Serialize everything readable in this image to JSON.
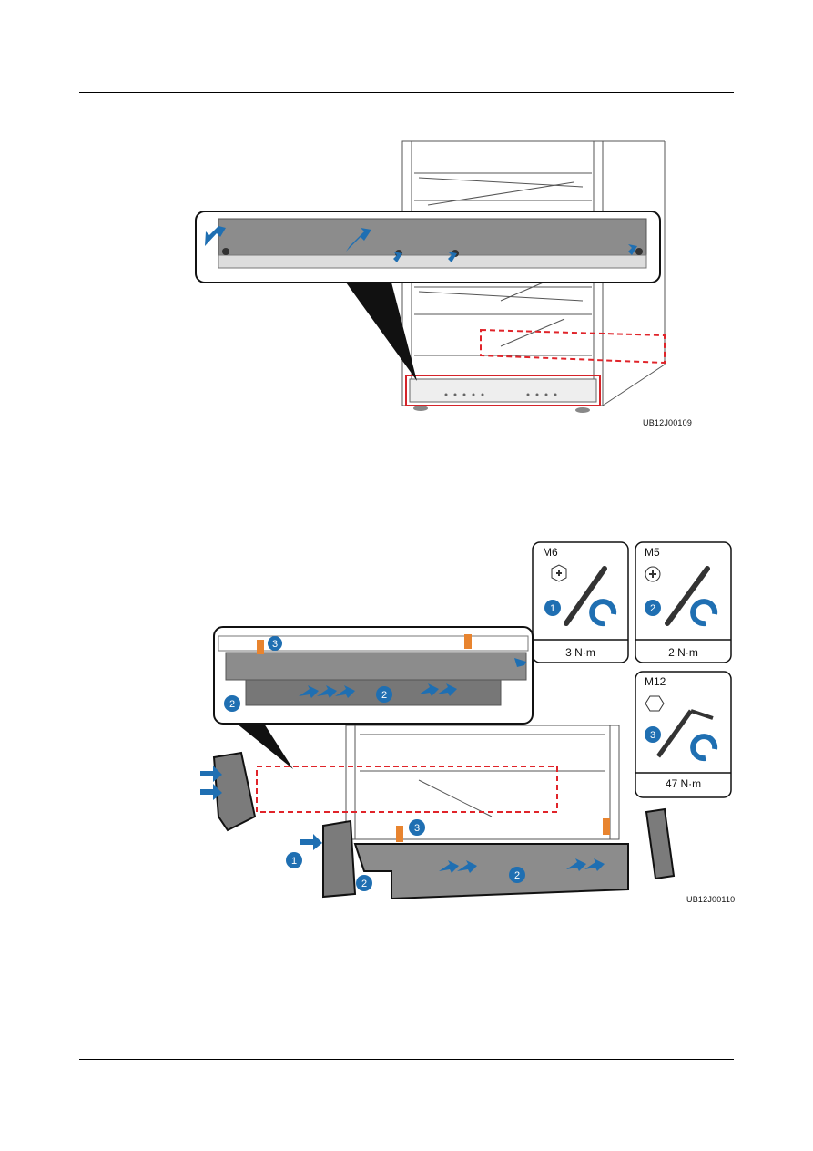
{
  "figure1": {
    "id": "UB12J00109"
  },
  "figure2": {
    "id": "UB12J00110",
    "tools": [
      {
        "size": "M6",
        "step": "1",
        "torque": "3 N·m",
        "head": "phillips-icon"
      },
      {
        "size": "M5",
        "step": "2",
        "torque": "2 N·m",
        "head": "phillips-icon"
      },
      {
        "size": "M12",
        "step": "3",
        "torque": "47 N·m",
        "head": "hex-icon"
      }
    ],
    "callouts": [
      "1",
      "2",
      "3"
    ]
  },
  "colors": {
    "arrow": "#1f6fb2",
    "dashed": "#e0242a",
    "panel": "#8a8a8a",
    "badge": "#1f6fb2"
  }
}
